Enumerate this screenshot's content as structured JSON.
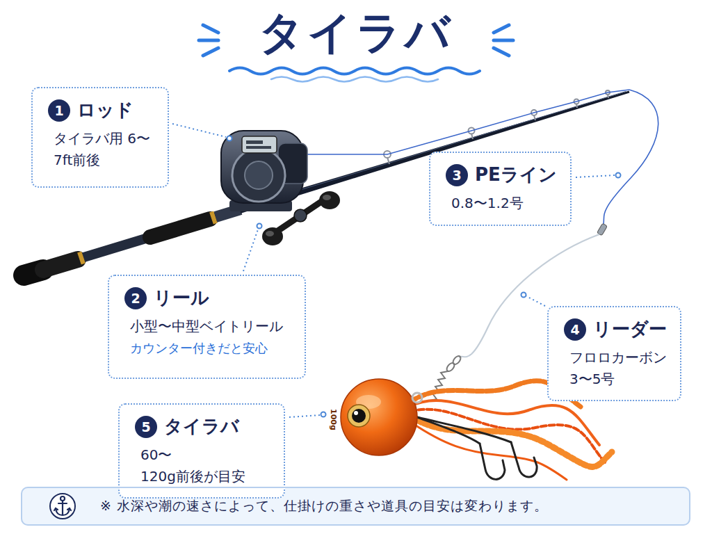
{
  "diagram": {
    "title": "タイラバ",
    "nodes": [
      {
        "text": [
          "1",
          "ロッド",
          "タイラバ用 6〜7ft前後"
        ]
      },
      {
        "text": [
          "2",
          "リール",
          "小型〜中型ベイトリール",
          "カウンター付きだと安心"
        ]
      },
      {
        "text": [
          "3",
          "PEライン",
          "0.8〜1.2号"
        ]
      },
      {
        "text": [
          "4",
          "リーダー",
          "フロロカーボン 3〜5号"
        ]
      },
      {
        "text": [
          "5",
          "タイラバ",
          "60〜120g前後が目安"
        ]
      },
      {
        "text": [
          "※ 水深や潮の速さによって、仕掛けの重さや道具の目安は変わります。"
        ]
      }
    ],
    "edges": [],
    "labels": [
      "100g"
    ]
  }
}
